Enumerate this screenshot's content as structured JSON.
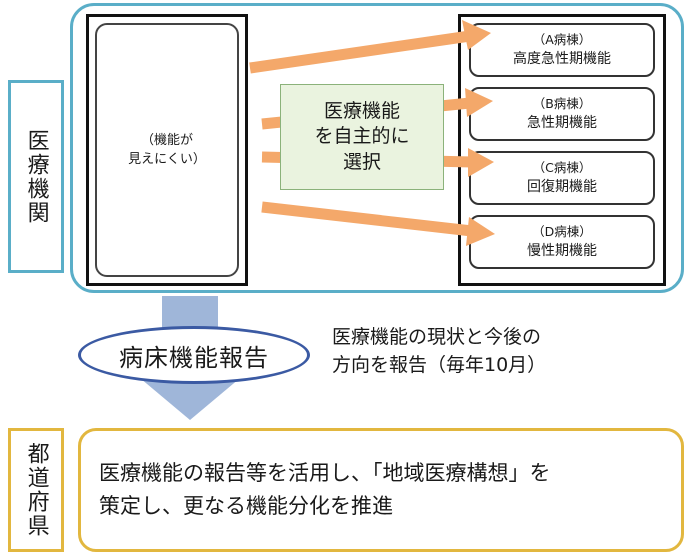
{
  "labels": {
    "medical_institution": "医療機関",
    "prefecture": "都道府県"
  },
  "left_box": {
    "text": "（機能が\n見えにくい）"
  },
  "selection": {
    "text": "医療機能\nを自主的に\n選択"
  },
  "wards": [
    {
      "name": "（A病棟）",
      "function": "高度急性期機能"
    },
    {
      "name": "（B病棟）",
      "function": "急性期機能"
    },
    {
      "name": "（C病棟）",
      "function": "回復期機能"
    },
    {
      "name": "（D病棟）",
      "function": "慢性期機能"
    }
  ],
  "report": {
    "title": "病床機能報告",
    "description": "医療機能の現状と今後の\n方向を報告（毎年10月）"
  },
  "plan": {
    "text": "医療機能の報告等を活用し、「地域医療構想」を\n策定し、更なる機能分化を推進"
  },
  "colors": {
    "frame_blue": "#5aaec8",
    "arrow_orange": "#f4a86a",
    "down_arrow_blue": "#9fb6d9",
    "select_green": "#eaf3df",
    "plan_yellow": "#e2b73f",
    "ellipse_blue": "#3b5aa3"
  }
}
